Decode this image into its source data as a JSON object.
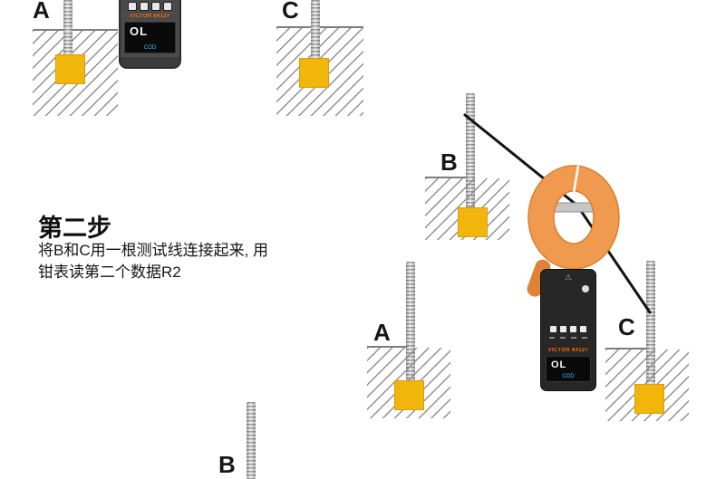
{
  "step": {
    "heading": "第二步",
    "line1": "将B和C用一根测试线连接起来, 用",
    "line2": "钳表读第二个数据R2"
  },
  "scenes": {
    "top_a": {
      "label": "A"
    },
    "top_c": {
      "label": "C"
    },
    "main_b": {
      "label": "B"
    },
    "main_a": {
      "label": "A"
    },
    "main_c": {
      "label": "C"
    },
    "bottom_b": {
      "label": "B"
    }
  },
  "meter": {
    "brand": "VICTOR 6412+",
    "display_main": "OL",
    "display_sub": "COD"
  },
  "icons": {
    "warning": "⚠"
  },
  "colors": {
    "electrode_yellow": "#F2B50C",
    "clamp_orange": "#F09A50",
    "wire": "#141414",
    "meter_body": "#272727"
  }
}
